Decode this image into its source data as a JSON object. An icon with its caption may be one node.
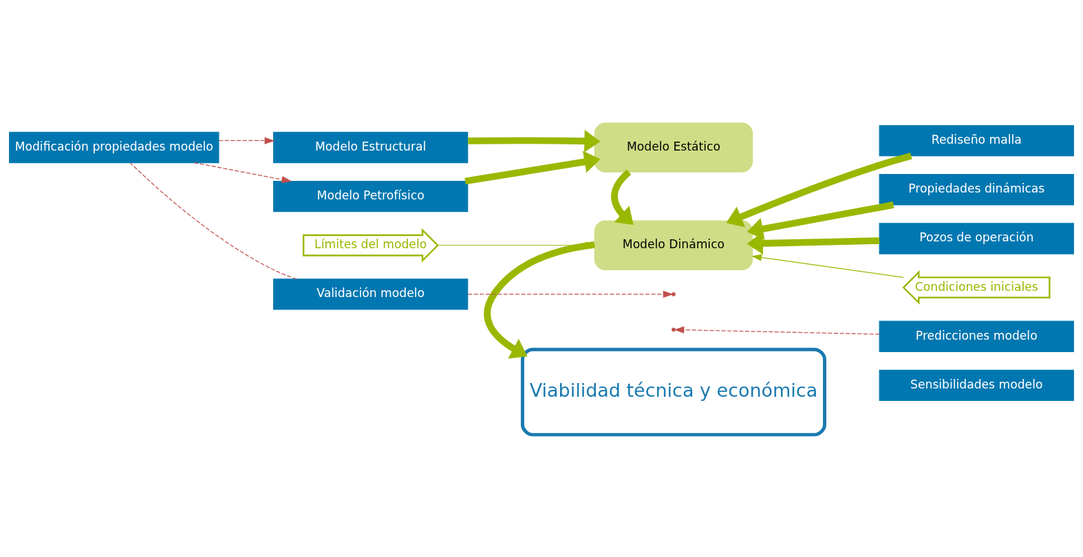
{
  "diagram": {
    "nodes": [
      {
        "text": [
          "Modelo Estructural"
        ]
      },
      {
        "text": [
          "Modelo Petrofísico"
        ]
      },
      {
        "text": [
          "Modelo Estático"
        ]
      },
      {
        "text": [
          "Rediseño malla"
        ]
      },
      {
        "text": [
          "Propiedades dinámicas"
        ]
      },
      {
        "text": [
          "Pozos de operación"
        ]
      },
      {
        "text": [
          "Modificación propiedades modelo"
        ]
      },
      {
        "text": [
          "Límites del modelo"
        ]
      },
      {
        "text": [
          "Modelo Dinámico"
        ]
      },
      {
        "text": [
          "Condiciones iniciales"
        ]
      },
      {
        "text": [
          "Validación modelo"
        ]
      },
      {
        "text": [
          "Predicciones modelo"
        ]
      },
      {
        "text": [
          "Sensibilidades modelo"
        ]
      },
      {
        "text": [
          "Viabilidad técnica y económica"
        ]
      }
    ],
    "edges": [
      {
        "from": 0,
        "to": 2,
        "arrow": "to",
        "style": "thick"
      },
      {
        "from": 1,
        "to": 2,
        "arrow": "to",
        "style": "thick"
      },
      {
        "from": 2,
        "to": 8,
        "arrow": "to",
        "style": "thick"
      },
      {
        "from": 3,
        "to": 8,
        "arrow": "to",
        "style": "thick"
      },
      {
        "from": 4,
        "to": 8,
        "arrow": "to",
        "style": "thick"
      },
      {
        "from": 5,
        "to": 8,
        "arrow": "to",
        "style": "thick"
      },
      {
        "from": 7,
        "to": 8,
        "arrow": "to"
      },
      {
        "from": 9,
        "to": 8,
        "arrow": "to"
      },
      {
        "from": 8,
        "to": 13,
        "arrow": "to",
        "style": "thick"
      },
      {
        "from": 6,
        "to": 0,
        "arrow": "to",
        "style": "dashed",
        "color": "#c0504d"
      },
      {
        "from": 6,
        "to": 1,
        "arrow": "to",
        "style": "dashed",
        "color": "#c0504d"
      },
      {
        "from": 10,
        "to": 6,
        "arrow": "none",
        "style": "dashed",
        "color": "#c0504d"
      },
      {
        "from": 10,
        "to": null,
        "arrow": "to",
        "style": "dashed",
        "color": "#c0504d"
      },
      {
        "from": 11,
        "to": null,
        "arrow": "to",
        "style": "dashed",
        "color": "#c0504d"
      }
    ]
  }
}
